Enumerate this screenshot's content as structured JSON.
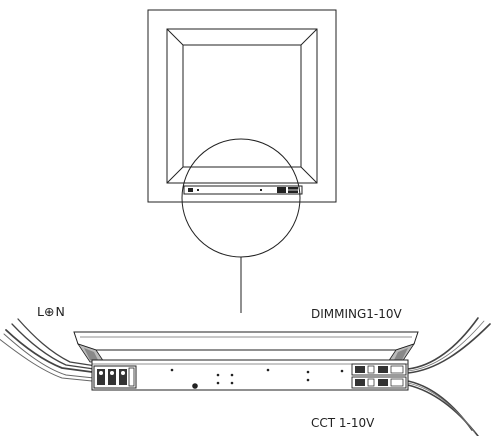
{
  "labels": {
    "live": "L",
    "ground_symbol": "⊕",
    "neutral": "N",
    "dimming": "DIMMING1-10V",
    "cct": "CCT 1-10V"
  },
  "icons": [
    "ground-icon"
  ],
  "colors": {
    "line": "#222222",
    "cable": "#555555",
    "background": "#ffffff"
  }
}
